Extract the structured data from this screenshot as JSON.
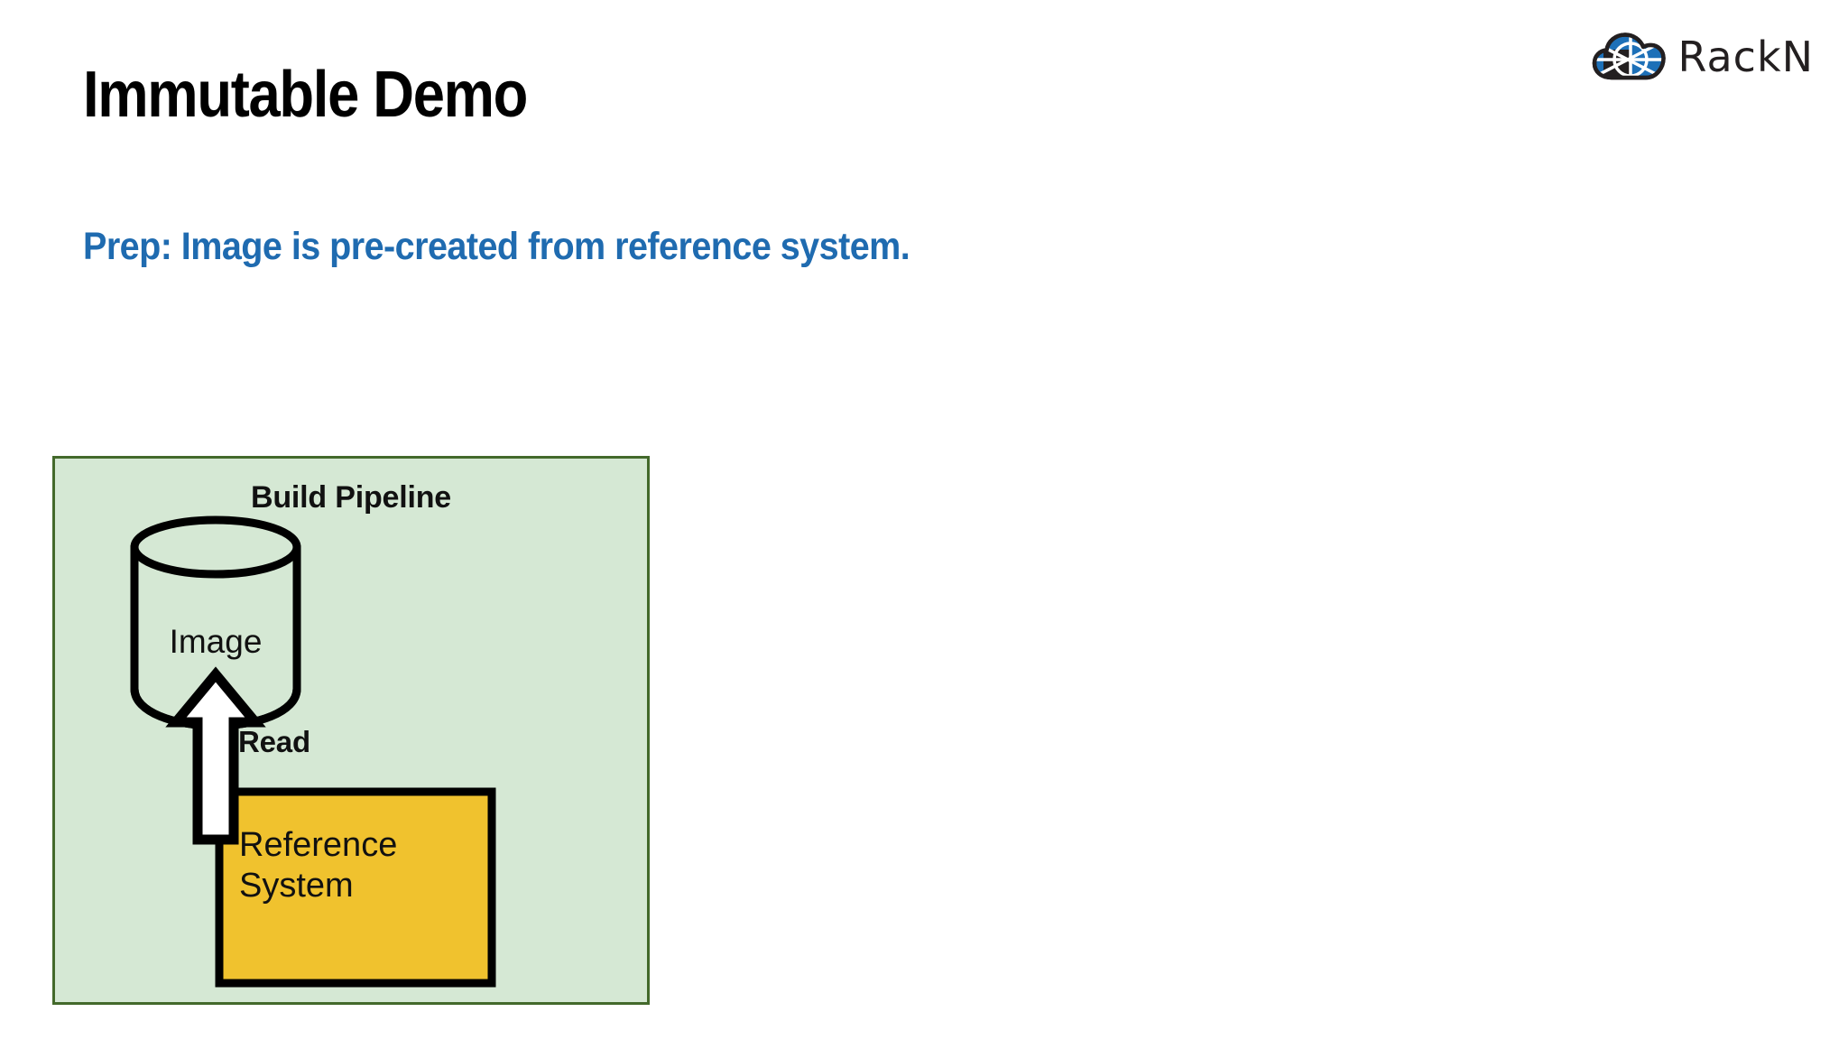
{
  "slide": {
    "title": "Immutable Demo",
    "subtitle": "Prep: Image is pre-created from reference system.",
    "background_color": "#ffffff"
  },
  "logo": {
    "brand_text": "RackN",
    "mark_name": "rackn-cloud-logo",
    "blue": "#1d70b8",
    "dark": "#231f20"
  },
  "diagram": {
    "panel_title": "Build Pipeline",
    "panel_fill": "#d5e8d4",
    "panel_border": "#43692b",
    "nodes": [
      {
        "id": "image-store",
        "shape": "cylinder",
        "label": "Image",
        "fill": "transparent",
        "stroke": "#000000"
      },
      {
        "id": "reference-system",
        "shape": "rectangle",
        "label_line1": "Reference",
        "label_line2": "System",
        "fill": "#f0c22e",
        "stroke": "#000000"
      }
    ],
    "edges": [
      {
        "id": "read-arrow",
        "label": "Read",
        "from": "reference-system",
        "to": "image-store",
        "direction": "up",
        "fill": "#ffffff",
        "stroke": "#000000"
      }
    ]
  }
}
